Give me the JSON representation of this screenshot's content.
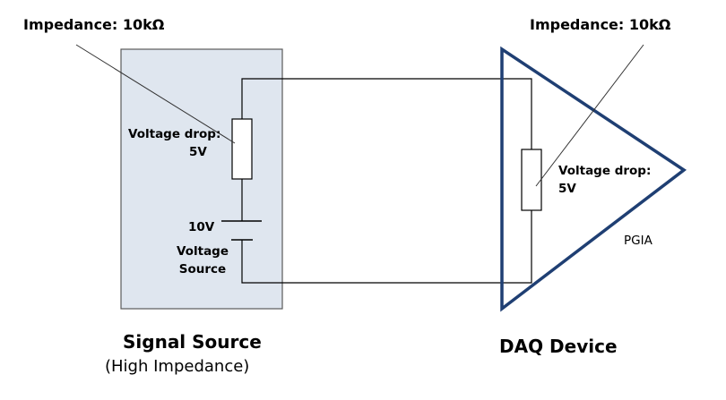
{
  "labels": {
    "impedance_left": "Impedance: 10kΩ",
    "impedance_right": "Impedance: 10kΩ",
    "source_drop_line1": "Voltage drop:",
    "source_drop_line2": "5V",
    "voltage_value": "10V",
    "voltage_source_line1": "Voltage",
    "voltage_source_line2": "Source",
    "daq_drop_line1": "Voltage drop:",
    "daq_drop_line2": "5V",
    "pgia": "PGIA",
    "signal_source_title": "Signal Source",
    "signal_source_subtitle": "(High Impedance)",
    "daq_device_title": "DAQ Device"
  },
  "colors": {
    "source_box_fill": "#dfe6ef",
    "source_box_stroke": "#5a5a5a",
    "triangle_stroke": "#1f3f73",
    "wire": "#000000",
    "pointer_line": "#333333"
  }
}
